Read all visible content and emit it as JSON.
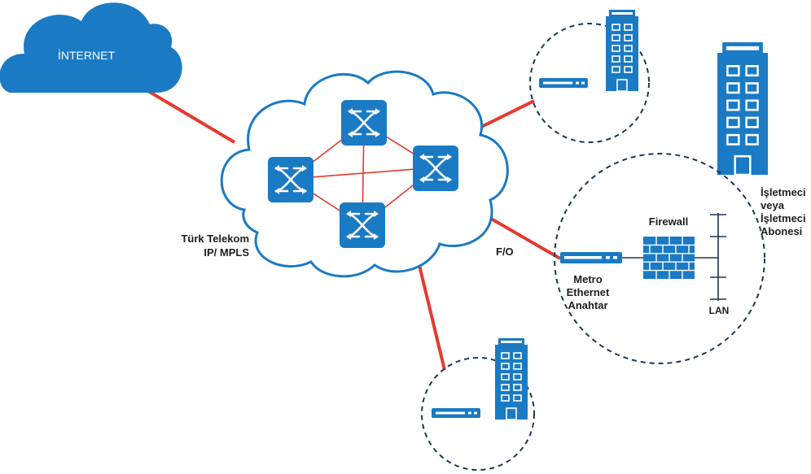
{
  "internet_label": "İNTERNET",
  "core_label": [
    "Türk Telekom",
    "IP/ MPLS"
  ],
  "fo_label": "F/O",
  "firewall_label": "Firewall",
  "switch_label": [
    "Metro",
    "Ethernet",
    "Anahtar"
  ],
  "lan_label": "LAN",
  "building_label": [
    "İşletmeci",
    "veya",
    "İşletmeci",
    "Abonesi"
  ],
  "colors": {
    "blue": "#1a7ac4",
    "red": "#e53a2f",
    "dark": "#1d3557",
    "text": "#1d1d1b"
  }
}
